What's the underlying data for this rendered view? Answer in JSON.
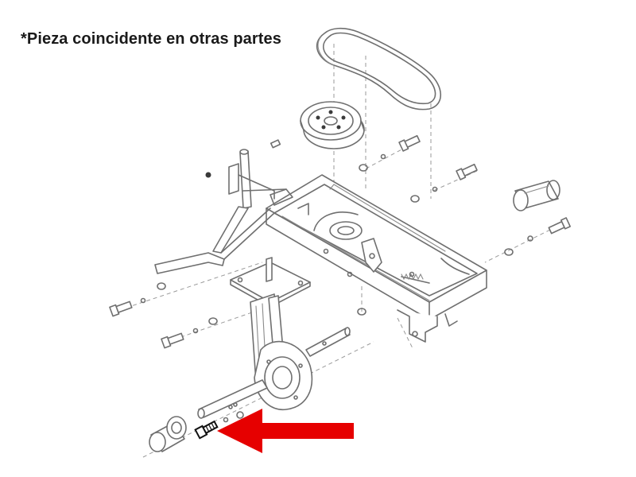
{
  "diagram": {
    "note": "*Pieza coincidente en otras partes",
    "colors": {
      "line": "#6f6f6f",
      "background": "#ffffff",
      "arrow": "#e60000",
      "highlight_bolt": "#111111"
    },
    "parts": [
      "drive-belt",
      "pulley",
      "frame-plate",
      "handle-bar",
      "bushing",
      "gearbox",
      "axle-shaft",
      "axle-hub",
      "highlighted-bolt"
    ]
  }
}
